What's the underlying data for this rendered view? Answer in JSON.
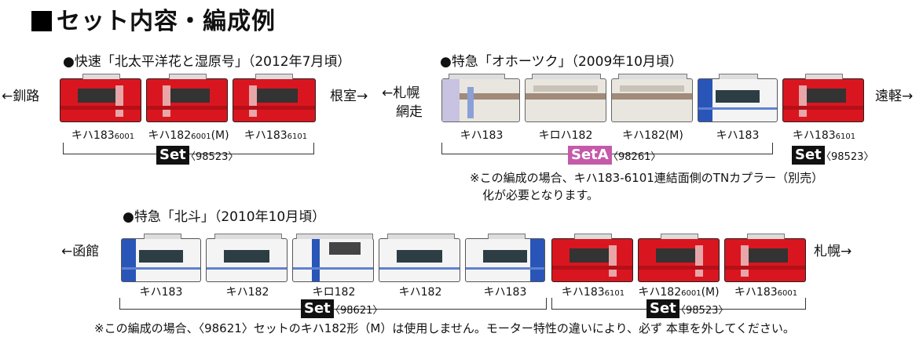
{
  "title": "セット内容・編成例",
  "section1": {
    "heading": "●快速「北太平洋花と湿原号」（2012年7月頃）",
    "left_dir": "←釧路",
    "right_dir": "根室→",
    "cars": [
      {
        "name": "キハ183",
        "sub": "6001"
      },
      {
        "name": "キハ182",
        "sub": "6001",
        "suffix": "(M)"
      },
      {
        "name": "キハ183",
        "sub": "6101"
      }
    ],
    "set_badge": "Set",
    "set_number": "〈98523〉"
  },
  "section2": {
    "heading": "●特急「オホーツク」（2009年10月頃）",
    "left_dir_line1": "←札幌",
    "left_dir_line2": "網走",
    "right_dir": "遠軽→",
    "cars": [
      "キハ183",
      "キロハ182",
      "キハ182(M)",
      "キハ183"
    ],
    "extra_car": {
      "name": "キハ183",
      "sub": "6101"
    },
    "set_badge": "SetA",
    "set_number": "〈98261〉",
    "extra_badge": "Set",
    "extra_number": "〈98523〉",
    "note_line1": "※この編成の場合、キハ183-6101連結面側のTNカプラー（別売）",
    "note_line2": "化が必要となります。"
  },
  "section3": {
    "heading": "●特急「北斗」（2010年10月頃）",
    "left_dir": "←函館",
    "right_dir": "札幌→",
    "cars_white": [
      "キハ183",
      "キハ182",
      "キロ182",
      "キハ182",
      "キハ183"
    ],
    "cars_red": [
      {
        "name": "キハ183",
        "sub": "6101"
      },
      {
        "name": "キハ182",
        "sub": "6001",
        "suffix": "(M)"
      },
      {
        "name": "キハ183",
        "sub": "6001"
      }
    ],
    "set_badge_1": "Set",
    "set_number_1": "〈98621〉",
    "set_badge_2": "Set",
    "set_number_2": "〈98523〉",
    "note": "※この編成の場合、〈98621〉セットのキハ182形（M）は使用しません。モーター特性の違いにより、必ず 本車を外してください。"
  },
  "colors": {
    "red": "#d9161f",
    "blue": "#2a55b8",
    "badge_black": "#111111",
    "badge_pink": "#c45aa9"
  }
}
